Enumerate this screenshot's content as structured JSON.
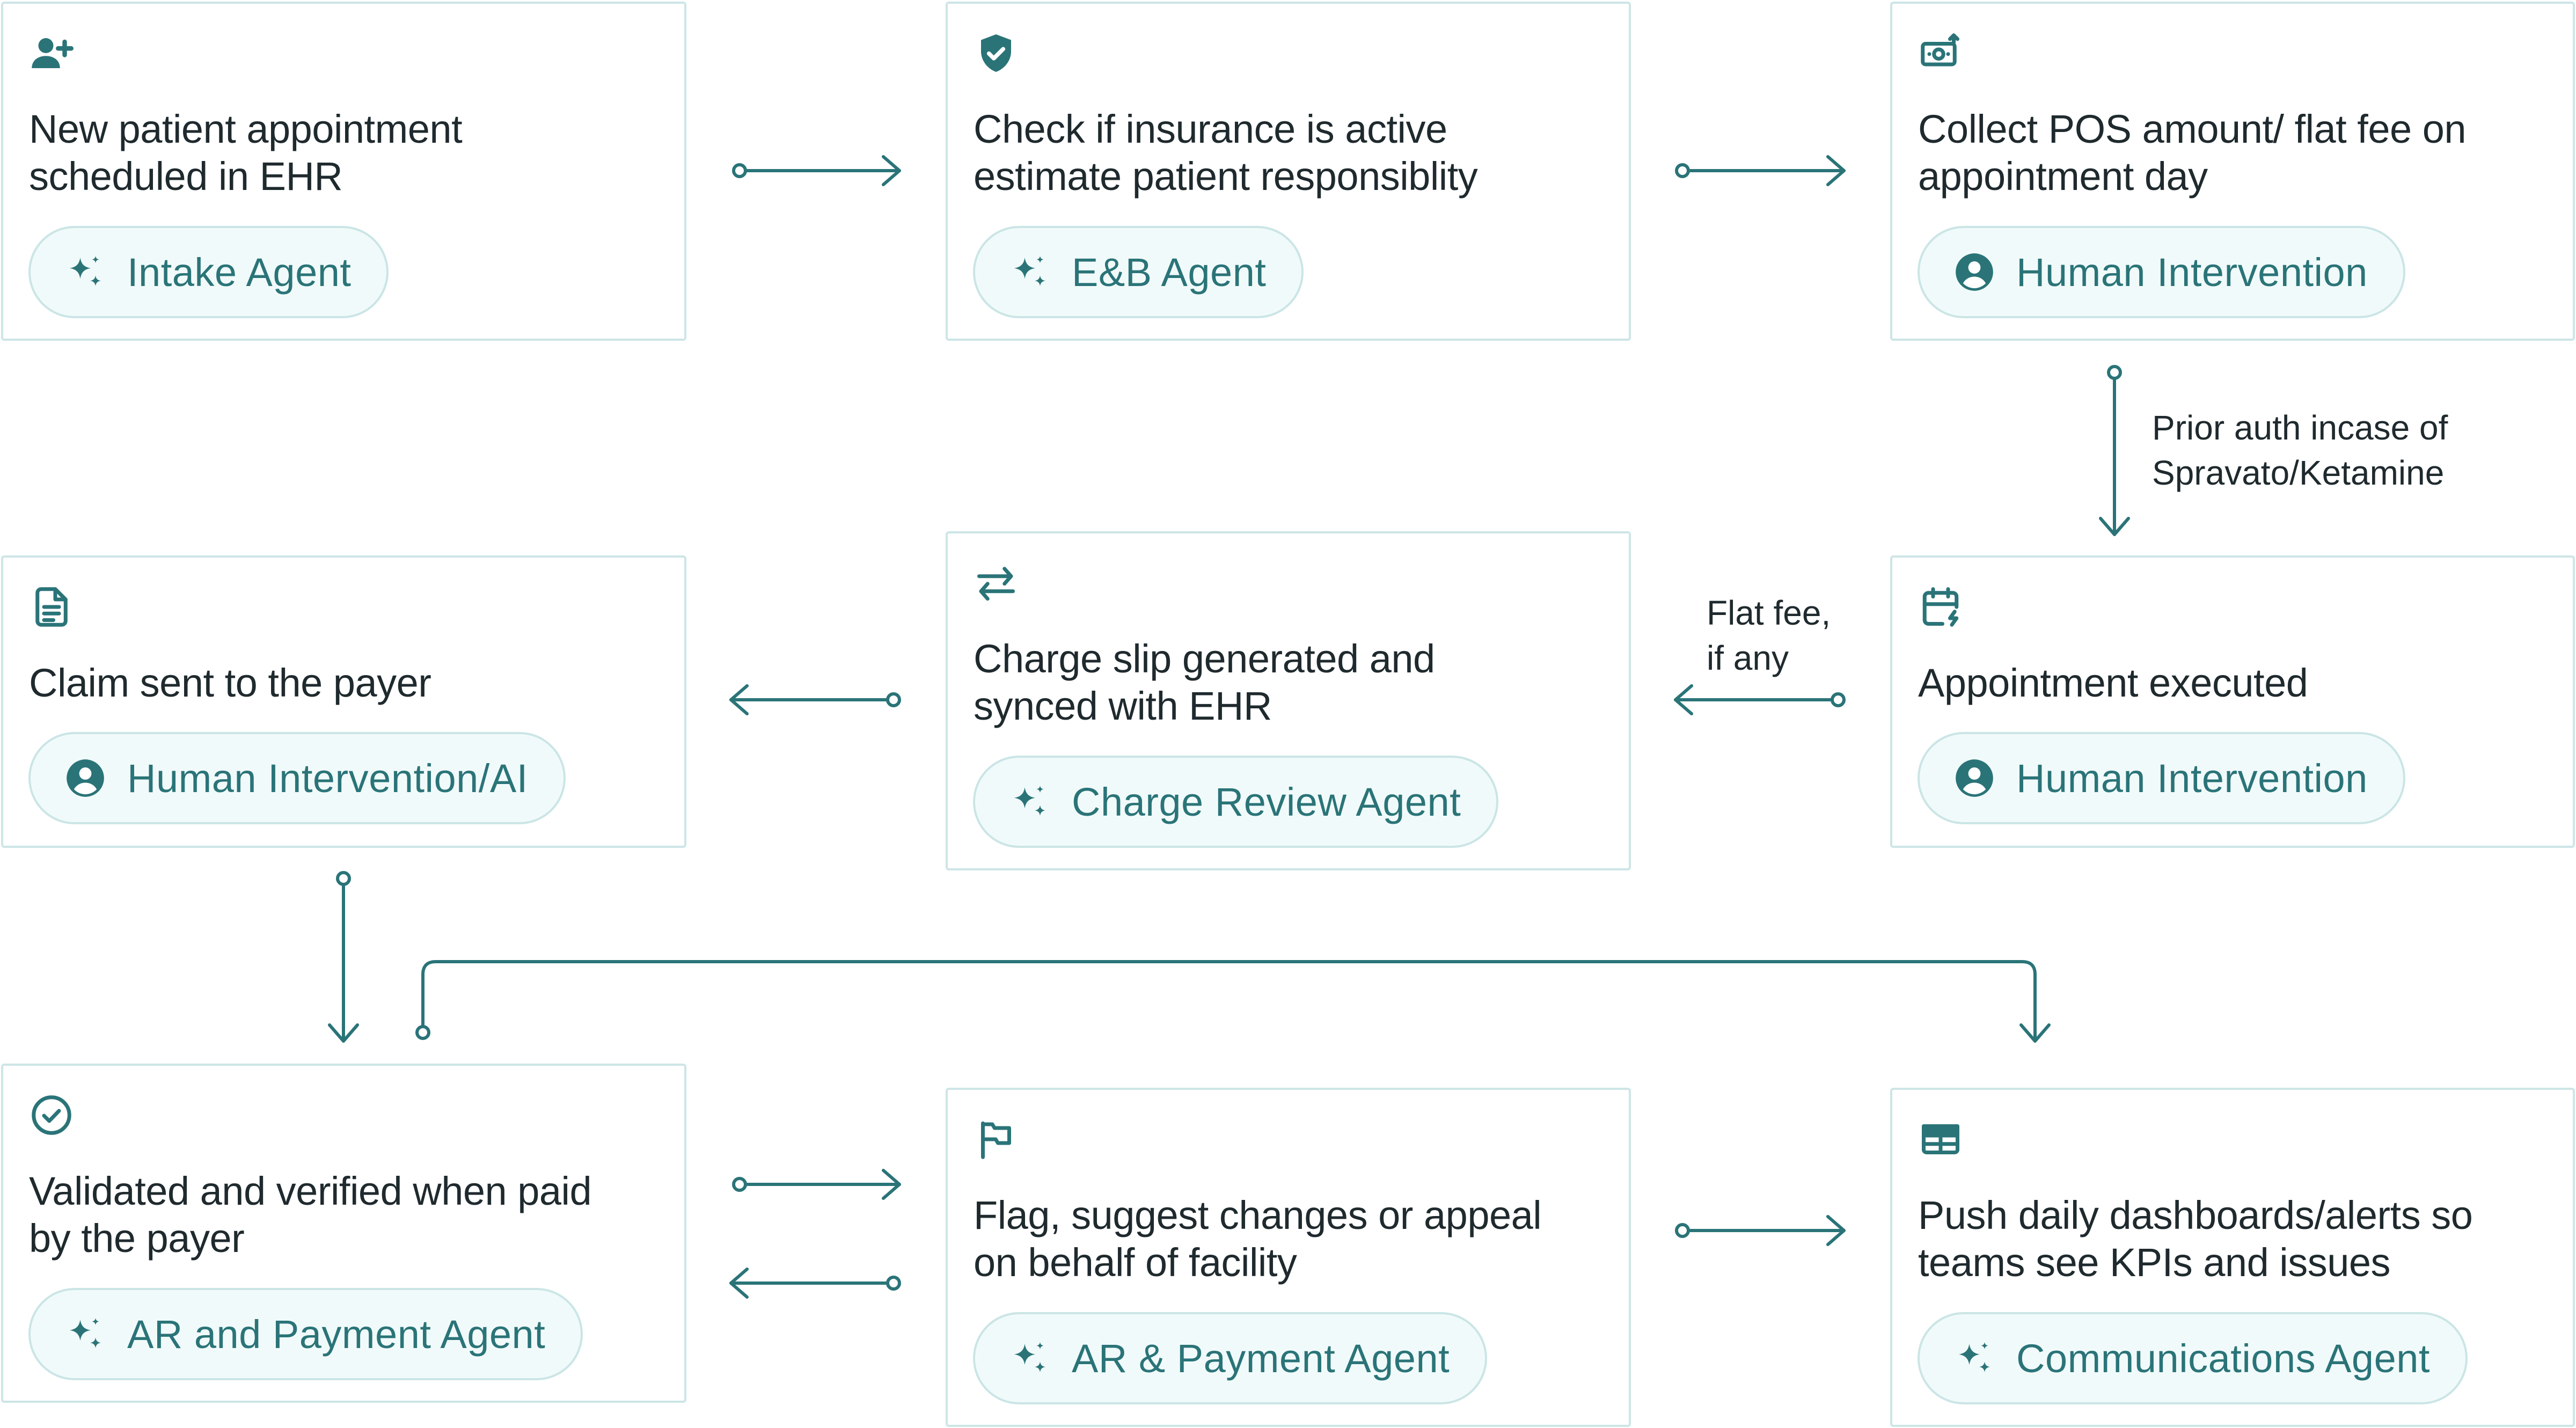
{
  "colors": {
    "accent": "#2a7478",
    "card_border": "#cde5e6",
    "pill_bg": "#f1fafa"
  },
  "steps": [
    {
      "icon": "user-plus-icon",
      "lines": [
        "New patient appointment",
        "scheduled in EHR"
      ],
      "pill": {
        "icon": "sparkles-icon",
        "label": "Intake Agent"
      }
    },
    {
      "icon": "shield-check-icon",
      "lines": [
        "Check if insurance is active",
        "estimate patient responsiblity"
      ],
      "pill": {
        "icon": "sparkles-icon",
        "label": "E&B Agent"
      }
    },
    {
      "icon": "cash-upload-icon",
      "lines": [
        "Collect POS amount/ flat fee on",
        "appointment day"
      ],
      "pill": {
        "icon": "user-circle-icon",
        "label": "Human Intervention"
      }
    },
    {
      "icon": "document-icon",
      "lines": [
        "Claim sent to the payer"
      ],
      "pill": {
        "icon": "user-circle-icon",
        "label": "Human Intervention/AI"
      }
    },
    {
      "icon": "arrows-exchange-icon",
      "lines": [
        "Charge slip generated and",
        "synced with EHR"
      ],
      "pill": {
        "icon": "sparkles-icon",
        "label": "Charge Review Agent"
      }
    },
    {
      "icon": "calendar-bolt-icon",
      "lines": [
        "Appointment executed"
      ],
      "pill": {
        "icon": "user-circle-icon",
        "label": "Human Intervention"
      }
    },
    {
      "icon": "check-circle-icon",
      "lines": [
        "Validated and verified when paid",
        "by the payer"
      ],
      "pill": {
        "icon": "sparkles-icon",
        "label": "AR and Payment Agent"
      }
    },
    {
      "icon": "flag-icon",
      "lines": [
        "Flag, suggest changes or appeal",
        "on behalf of facility"
      ],
      "pill": {
        "icon": "sparkles-icon",
        "label": "AR & Payment Agent"
      }
    },
    {
      "icon": "table-icon",
      "lines": [
        "Push daily dashboards/alerts so",
        "teams see KPIs and issues"
      ],
      "pill": {
        "icon": "sparkles-icon",
        "label": "Communications Agent"
      }
    }
  ],
  "connector_labels": {
    "prior_auth": [
      "Prior auth incase of",
      "Spravato/Ketamine"
    ],
    "flat_fee": [
      "Flat fee,",
      "if any"
    ]
  }
}
